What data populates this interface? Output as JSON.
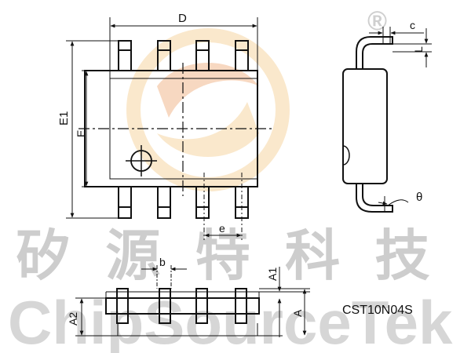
{
  "watermark": {
    "chinese": "矽 源 特 科 技",
    "english": "ChipSourceTek",
    "registered_mark": "®",
    "color": "#c8c8c8",
    "logo_colors": [
      "#f6d6a4",
      "#f2b98f"
    ]
  },
  "labels": {
    "D": "D",
    "E1": "E1",
    "E": "E",
    "e": "e",
    "b": "b",
    "A1": "A1",
    "A2": "A2",
    "A": "A",
    "c": "c",
    "L": "L",
    "theta": "θ"
  },
  "part_number": "CST10N04S",
  "colors": {
    "line": "#111111",
    "background": "#ffffff"
  }
}
